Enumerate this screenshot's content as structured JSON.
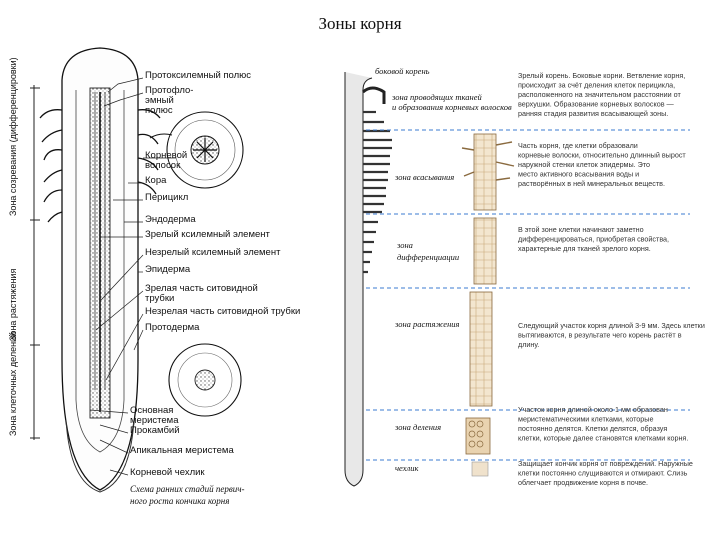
{
  "page_title": "Зоны корня",
  "left_panel": {
    "zones": [
      {
        "text": "Зона созревания (дифференцировки)"
      },
      {
        "text": "Зона растяжения"
      },
      {
        "text": "Зона клеточных делений"
      }
    ],
    "labels": [
      "Протоксилемный полюс",
      "Протофло-",
      "эмный",
      "полюс",
      "Корневой",
      "волосок",
      "Кора",
      "Перицикл",
      "Эндодерма",
      "Зрелый ксилемный элемент",
      "Незрелый ксилемный элемент",
      "Эпидерма",
      "Зрелая часть ситовидной",
      "трубки",
      "Незрелая часть ситовидной трубки",
      "Протодерма",
      "Основная",
      "меристема",
      "Прокамбий",
      "Апикальная меристема",
      "Корневой чехлик"
    ],
    "caption": [
      "Схема ранних стадий первич-",
      "ного роста кончика корня"
    ]
  },
  "right_panel": {
    "zone_labels": [
      "боковой корень",
      "зона проводящих тканей",
      "и образования корневых волосков",
      "зона всасывания",
      "зона",
      "дифференциации",
      "зона растяжения",
      "зона деления",
      "чехлик"
    ],
    "descriptions": [
      [
        "Зрелый корень. Боковые корни. Ветвление корня,",
        "происходит за счёт деления клеток перицикла,",
        "расположенного на значительном расстоянии от",
        "верхушки. Образование корневых волосков —",
        "ранняя стадия развития всасывающей зоны."
      ],
      [
        "Часть корня, где клетки образовали",
        "корневые волоски, относительно длинный вырост",
        "наружной стенки клеток эпидермы. Это",
        "место активного всасывания воды и",
        "растворённых в ней минеральных веществ."
      ],
      [
        "В этой зоне клетки начинают заметно",
        "дифференцироваться, приобретая свойства,",
        "характерные для тканей зрелого корня."
      ],
      [
        "Следующий участок корня длиной 3-9 мм. Здесь клетки",
        "вытягиваются, в результате чего корень растёт в",
        "длину."
      ],
      [
        "Участок корня длиной около 1 мм образован",
        "меристематическими клетками, которые",
        "постоянно делятся. Клетки делятся, образуя",
        "клетки, которые далее становятся клетками корня."
      ],
      [
        "Защищает кончик корня от повреждений. Наружные",
        "клетки постоянно слущиваются и отмирают. Слизь",
        "облегчает продвижение корня в почве."
      ]
    ]
  }
}
